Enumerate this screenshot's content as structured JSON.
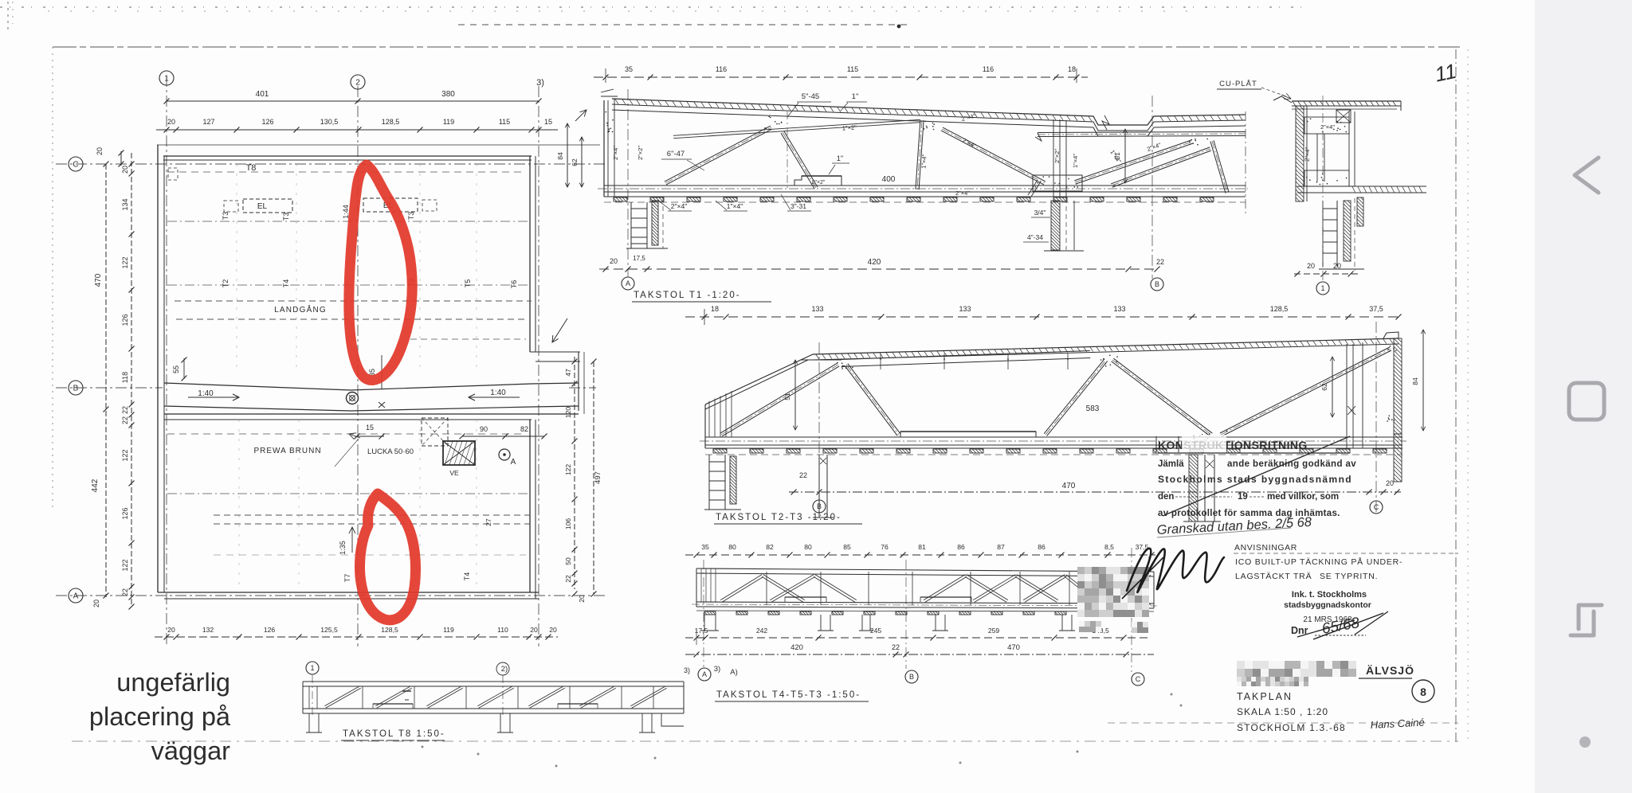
{
  "viewer": {
    "note": {
      "line1": "ungefärlig",
      "line2": "placering på",
      "line3": "väggar"
    },
    "page_number": "11",
    "navbar": {
      "icons": [
        "back",
        "home",
        "recents",
        "hide-handle"
      ]
    }
  },
  "plan": {
    "grid": {
      "top": [
        "1",
        "2",
        "3)"
      ],
      "left": [
        "C",
        "B",
        "A"
      ]
    },
    "dims": {
      "top_major": [
        "401",
        "380"
      ],
      "top_minor": [
        "20",
        "127",
        "126",
        "130,5",
        "128,5",
        "119",
        "115",
        "15"
      ],
      "left_outer_top": "20",
      "left_overall_top": "470",
      "left_chain_top": [
        "20",
        "134",
        "122",
        "126",
        "118",
        "22"
      ],
      "left_overall_bottom": "442",
      "left_chain_bottom": [
        "22",
        "122",
        "126",
        "122",
        "22"
      ],
      "left_outer_bottom": "20",
      "bottom_chain": [
        "20",
        "132",
        "126",
        "125,5",
        "128,5",
        "119",
        "110",
        "20",
        "20"
      ],
      "right_chain": [
        "47",
        "120",
        "122",
        "106",
        "50",
        "22"
      ],
      "right_overall": "497",
      "right_outer": "20",
      "corner_a": "84",
      "corner_b": "62",
      "b_55": "55",
      "b_35": "35",
      "slope_left": "1:40",
      "slope_right": "1:40",
      "slope_mid": "1:44",
      "slope_135": "1:35",
      "brunn_15": "15",
      "brunn_90": "90",
      "brunn_82": "82",
      "v27": "27"
    },
    "labels": {
      "t8": "T8",
      "el1": "EL",
      "el2": "EL",
      "t3a": "T3",
      "t3b": "T3",
      "t3c": "T3",
      "t2": "T2",
      "t4": "T4",
      "t3d": "T3",
      "t5": "T5",
      "t6": "T6",
      "t7": "T7",
      "t4b": "T4",
      "landgang": "LANDGÅNG",
      "brunn": "PREWA BRUNN",
      "lucka": "LUCKA 50·60",
      "ve": "VE",
      "a_ref": "A"
    }
  },
  "truss_t1": {
    "title": "TAKSTOL T1 -1:20-",
    "dims_top": [
      "35",
      "116",
      "115",
      "116",
      "18"
    ],
    "dim_400": "400",
    "dim_420": "420",
    "dim_20": "20",
    "dim_175": "17,5",
    "dim_22": "22",
    "dim_51": "51",
    "grid_a": "A",
    "grid_b": "B",
    "n5_45": "5\"-45",
    "n1a": "1\"",
    "n6_47": "6\"-47",
    "v_left1": "2\"×4\"",
    "v_left2": "2\"×2\"",
    "purlin": "1\"×2\"",
    "block": "2\"×2\"",
    "block_1": "1\"",
    "u2x4": "2\"×4\"",
    "u1x4": "1\"×4\"",
    "u3_31": "3\"-31",
    "mid_1x4": "1\"×4\"",
    "diag_2x4": "2\"×4\"",
    "roof_2x4": "2\"×4\"",
    "b_2x2": "2\"×2\"",
    "b_1x4": "1\"×4\"",
    "q34": "3/4\"",
    "q4_34": "4\"-34",
    "right_2x4": "2\"×4\""
  },
  "detail": {
    "cuplat": "CU-PLÅT",
    "l2x4a": "2\"×4\"",
    "l2x4b": "2\"×4\"",
    "dim_20a": "20",
    "dim_20b": "20",
    "grid_1": "1"
  },
  "truss_t23": {
    "title": "TAKSTOL T2-T3 -1:20-",
    "dims_top": [
      "18",
      "133",
      "133",
      "133",
      "128,5",
      "37,5"
    ],
    "dim_51": "51",
    "dim_583": "583",
    "dim_22": "22",
    "dim_470": "470",
    "dim_20": "20",
    "dim_62": "62",
    "dim_84": "84",
    "grid_b": "B",
    "grid_c": "C"
  },
  "truss_t453": {
    "title": "TAKSTOL T4-T5-T3 -1:50-",
    "dims_top": [
      "35",
      "80",
      "82",
      "80",
      "85",
      "76",
      "81",
      "86",
      "87",
      "86",
      "8,5",
      "37,5"
    ],
    "dims_mid": [
      "17,5",
      "242",
      "245",
      "259",
      "148,5"
    ],
    "dim_420": "420",
    "dim_22": "22",
    "dim_470": "470",
    "grid": [
      "3)",
      "A",
      "B",
      "C"
    ]
  },
  "truss_t8": {
    "title": "TAKSTOL T8 1:50-",
    "grid": [
      "1",
      "2)",
      "3)",
      "A)"
    ]
  },
  "stamp": {
    "heading": "KONSTRUKTIONSRITNING",
    "line1a": "Jämlä",
    "line1b": "ande beräkning godkänd av",
    "line2": "Stockholms stads byggnadsnämnd",
    "line3a": "den",
    "line3b": "19",
    "line3c": "med villkor, som",
    "line4": "av protokollet för samma dag inhämtas.",
    "hw_granskad": "Granskad utan bes. 2/5 68",
    "anvisningar": "ANVISNINGAR",
    "ico1": "ICO BUILT-UP TÄCKNING PÅ UNDER-",
    "ico2": "LAGSTÄCKT TRÄ",
    "ico2b": "SE TYPRITN.",
    "ink1": "Ink. t. Stockholms",
    "ink2": "stadsbyggnadskontor",
    "ink_date": "21 MRS 1968",
    "dnr": "Dnr",
    "dnr_hw": "65/68",
    "alvsjo": "ÄLVSJÖ",
    "takplan": "TAKPLAN",
    "skala": "SKALA 1:50 , 1:20",
    "stockholm": "STOCKHOLM 1.3.-68",
    "hw_name": "Hans Cainé",
    "sheet_no": "8"
  }
}
